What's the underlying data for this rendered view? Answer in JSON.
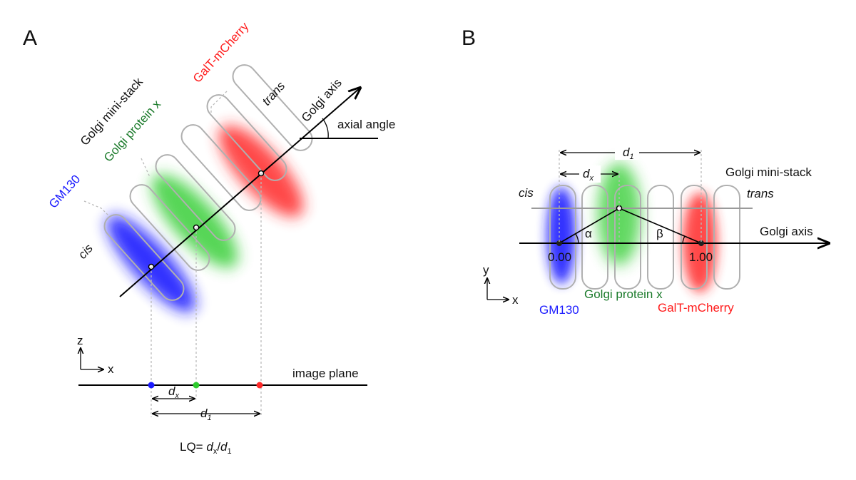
{
  "panel_a": {
    "panel_label": "A",
    "golgi_mini_stack": "Golgi mini-stack",
    "golgi_protein_x": "Golgi protein x",
    "galt_mcherry": "GalT-mCherry",
    "gm130": "GM130",
    "cis": "cis",
    "trans": "trans",
    "golgi_axis": "Golgi axis",
    "axial_angle": "axial angle",
    "axis_z": "z",
    "axis_x": "x",
    "image_plane": "image plane",
    "dx_d": "d",
    "dx_sub": "x",
    "d1_d": "d",
    "d1_sub": "1",
    "lq_prefix": "LQ= ",
    "lq_dx": "d",
    "lq_dx_sub": "x",
    "lq_slash": "/",
    "lq_d1": "d",
    "lq_d1_sub": "1"
  },
  "panel_b": {
    "panel_label": "B",
    "d1_d": "d",
    "d1_sub": "1",
    "dx_d": "d",
    "dx_sub": "x",
    "golgi_mini_stack": "Golgi mini-stack",
    "cis": "cis",
    "trans": "trans",
    "golgi_axis": "Golgi axis",
    "alpha": "α",
    "beta": "β",
    "tick_start": "0.00",
    "tick_end": "1.00",
    "axis_y": "y",
    "axis_x": "x",
    "golgi_protein_x": "Golgi protein x",
    "gm130": "GM130",
    "galt_mcherry": "GalT-mCherry"
  },
  "colors": {
    "gm130": "#1a1aff",
    "protein_x": "#2ecc2e",
    "galt": "#ff2a2a",
    "protein_x_text": "#1a7a2a",
    "cisterna_outline": "#b0b0b0"
  }
}
